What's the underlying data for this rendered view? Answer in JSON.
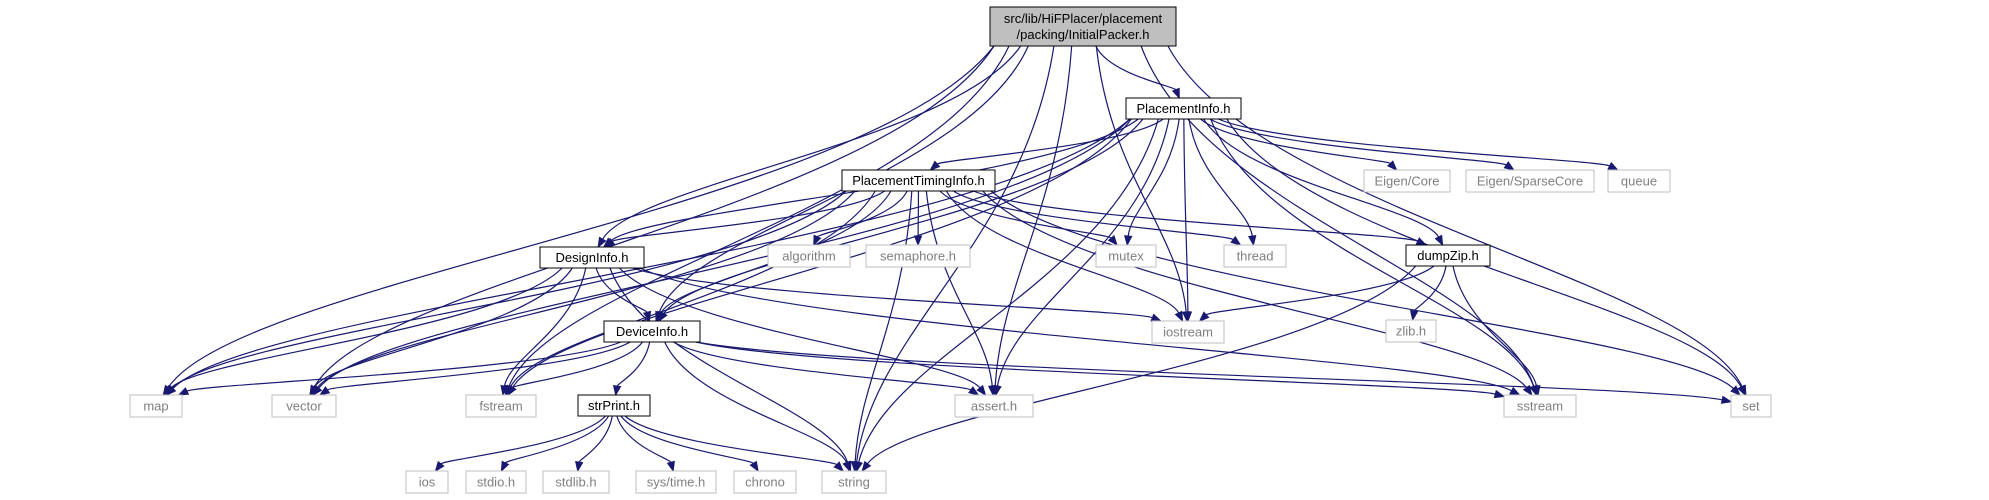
{
  "colors": {
    "edge": "#191970",
    "root_fill": "#bfbfbf",
    "project_border": "#000000",
    "system_border": "#bfbfbf",
    "project_text": "#000000",
    "system_text": "#7f7f7f",
    "background": "#ffffff"
  },
  "nodes": [
    {
      "id": "initialpacker",
      "lines": [
        "src/lib/HiFPlacer/placement",
        "/packing/InitialPacker.h"
      ],
      "kind": "root"
    },
    {
      "id": "placementinfo",
      "lines": [
        "PlacementInfo.h"
      ],
      "kind": "project"
    },
    {
      "id": "placementtiminginfo",
      "lines": [
        "PlacementTimingInfo.h"
      ],
      "kind": "project"
    },
    {
      "id": "designinfo",
      "lines": [
        "DesignInfo.h"
      ],
      "kind": "project"
    },
    {
      "id": "deviceinfo",
      "lines": [
        "DeviceInfo.h"
      ],
      "kind": "project"
    },
    {
      "id": "strprint",
      "lines": [
        "strPrint.h"
      ],
      "kind": "project"
    },
    {
      "id": "dumpzip",
      "lines": [
        "dumpZip.h"
      ],
      "kind": "project"
    },
    {
      "id": "map",
      "lines": [
        "map"
      ],
      "kind": "system"
    },
    {
      "id": "vector",
      "lines": [
        "vector"
      ],
      "kind": "system"
    },
    {
      "id": "fstream",
      "lines": [
        "fstream"
      ],
      "kind": "system"
    },
    {
      "id": "assert",
      "lines": [
        "assert.h"
      ],
      "kind": "system"
    },
    {
      "id": "sstream",
      "lines": [
        "sstream"
      ],
      "kind": "system"
    },
    {
      "id": "set",
      "lines": [
        "set"
      ],
      "kind": "system"
    },
    {
      "id": "iostream",
      "lines": [
        "iostream"
      ],
      "kind": "system"
    },
    {
      "id": "string",
      "lines": [
        "string"
      ],
      "kind": "system"
    },
    {
      "id": "ios",
      "lines": [
        "ios"
      ],
      "kind": "system"
    },
    {
      "id": "stdio",
      "lines": [
        "stdio.h"
      ],
      "kind": "system"
    },
    {
      "id": "stdlib",
      "lines": [
        "stdlib.h"
      ],
      "kind": "system"
    },
    {
      "id": "systime",
      "lines": [
        "sys/time.h"
      ],
      "kind": "system"
    },
    {
      "id": "chrono",
      "lines": [
        "chrono"
      ],
      "kind": "system"
    },
    {
      "id": "zlib",
      "lines": [
        "zlib.h"
      ],
      "kind": "system"
    },
    {
      "id": "algorithm",
      "lines": [
        "algorithm"
      ],
      "kind": "system"
    },
    {
      "id": "semaphore",
      "lines": [
        "semaphore.h"
      ],
      "kind": "system"
    },
    {
      "id": "mutex",
      "lines": [
        "mutex"
      ],
      "kind": "system"
    },
    {
      "id": "thread",
      "lines": [
        "thread"
      ],
      "kind": "system"
    },
    {
      "id": "eigencore",
      "lines": [
        "Eigen/Core"
      ],
      "kind": "system"
    },
    {
      "id": "eigensparse",
      "lines": [
        "Eigen/SparseCore"
      ],
      "kind": "system"
    },
    {
      "id": "queue",
      "lines": [
        "queue"
      ],
      "kind": "system"
    }
  ],
  "edges": [
    [
      "initialpacker",
      "placementinfo"
    ],
    [
      "initialpacker",
      "designinfo"
    ],
    [
      "initialpacker",
      "deviceinfo"
    ],
    [
      "initialpacker",
      "map"
    ],
    [
      "initialpacker",
      "vector"
    ],
    [
      "initialpacker",
      "fstream"
    ],
    [
      "initialpacker",
      "iostream"
    ],
    [
      "initialpacker",
      "assert"
    ],
    [
      "initialpacker",
      "sstream"
    ],
    [
      "initialpacker",
      "set"
    ],
    [
      "initialpacker",
      "string"
    ],
    [
      "placementinfo",
      "placementtiminginfo"
    ],
    [
      "placementinfo",
      "designinfo"
    ],
    [
      "placementinfo",
      "deviceinfo"
    ],
    [
      "placementinfo",
      "dumpzip"
    ],
    [
      "placementinfo",
      "map"
    ],
    [
      "placementinfo",
      "vector"
    ],
    [
      "placementinfo",
      "fstream"
    ],
    [
      "placementinfo",
      "mutex"
    ],
    [
      "placementinfo",
      "thread"
    ],
    [
      "placementinfo",
      "iostream"
    ],
    [
      "placementinfo",
      "assert"
    ],
    [
      "placementinfo",
      "sstream"
    ],
    [
      "placementinfo",
      "eigencore"
    ],
    [
      "placementinfo",
      "eigensparse"
    ],
    [
      "placementinfo",
      "queue"
    ],
    [
      "placementinfo",
      "set"
    ],
    [
      "placementinfo",
      "string"
    ],
    [
      "placementtiminginfo",
      "designinfo"
    ],
    [
      "placementtiminginfo",
      "deviceinfo"
    ],
    [
      "placementtiminginfo",
      "dumpzip"
    ],
    [
      "placementtiminginfo",
      "algorithm"
    ],
    [
      "placementtiminginfo",
      "semaphore"
    ],
    [
      "placementtiminginfo",
      "mutex"
    ],
    [
      "placementtiminginfo",
      "thread"
    ],
    [
      "placementtiminginfo",
      "iostream"
    ],
    [
      "placementtiminginfo",
      "assert"
    ],
    [
      "placementtiminginfo",
      "string"
    ],
    [
      "placementtiminginfo",
      "sstream"
    ],
    [
      "placementtiminginfo",
      "set"
    ],
    [
      "placementtiminginfo",
      "map"
    ],
    [
      "placementtiminginfo",
      "vector"
    ],
    [
      "placementtiminginfo",
      "fstream"
    ],
    [
      "designinfo",
      "deviceinfo"
    ],
    [
      "designinfo",
      "map"
    ],
    [
      "designinfo",
      "vector"
    ],
    [
      "designinfo",
      "fstream"
    ],
    [
      "designinfo",
      "iostream"
    ],
    [
      "designinfo",
      "assert"
    ],
    [
      "designinfo",
      "string"
    ],
    [
      "designinfo",
      "sstream"
    ],
    [
      "deviceinfo",
      "strprint"
    ],
    [
      "deviceinfo",
      "map"
    ],
    [
      "deviceinfo",
      "vector"
    ],
    [
      "deviceinfo",
      "fstream"
    ],
    [
      "deviceinfo",
      "assert"
    ],
    [
      "deviceinfo",
      "string"
    ],
    [
      "deviceinfo",
      "sstream"
    ],
    [
      "deviceinfo",
      "set"
    ],
    [
      "strprint",
      "ios"
    ],
    [
      "strprint",
      "stdio"
    ],
    [
      "strprint",
      "stdlib"
    ],
    [
      "strprint",
      "systime"
    ],
    [
      "strprint",
      "chrono"
    ],
    [
      "strprint",
      "string"
    ],
    [
      "dumpzip",
      "iostream"
    ],
    [
      "dumpzip",
      "zlib"
    ],
    [
      "dumpzip",
      "sstream"
    ],
    [
      "dumpzip",
      "string"
    ]
  ]
}
